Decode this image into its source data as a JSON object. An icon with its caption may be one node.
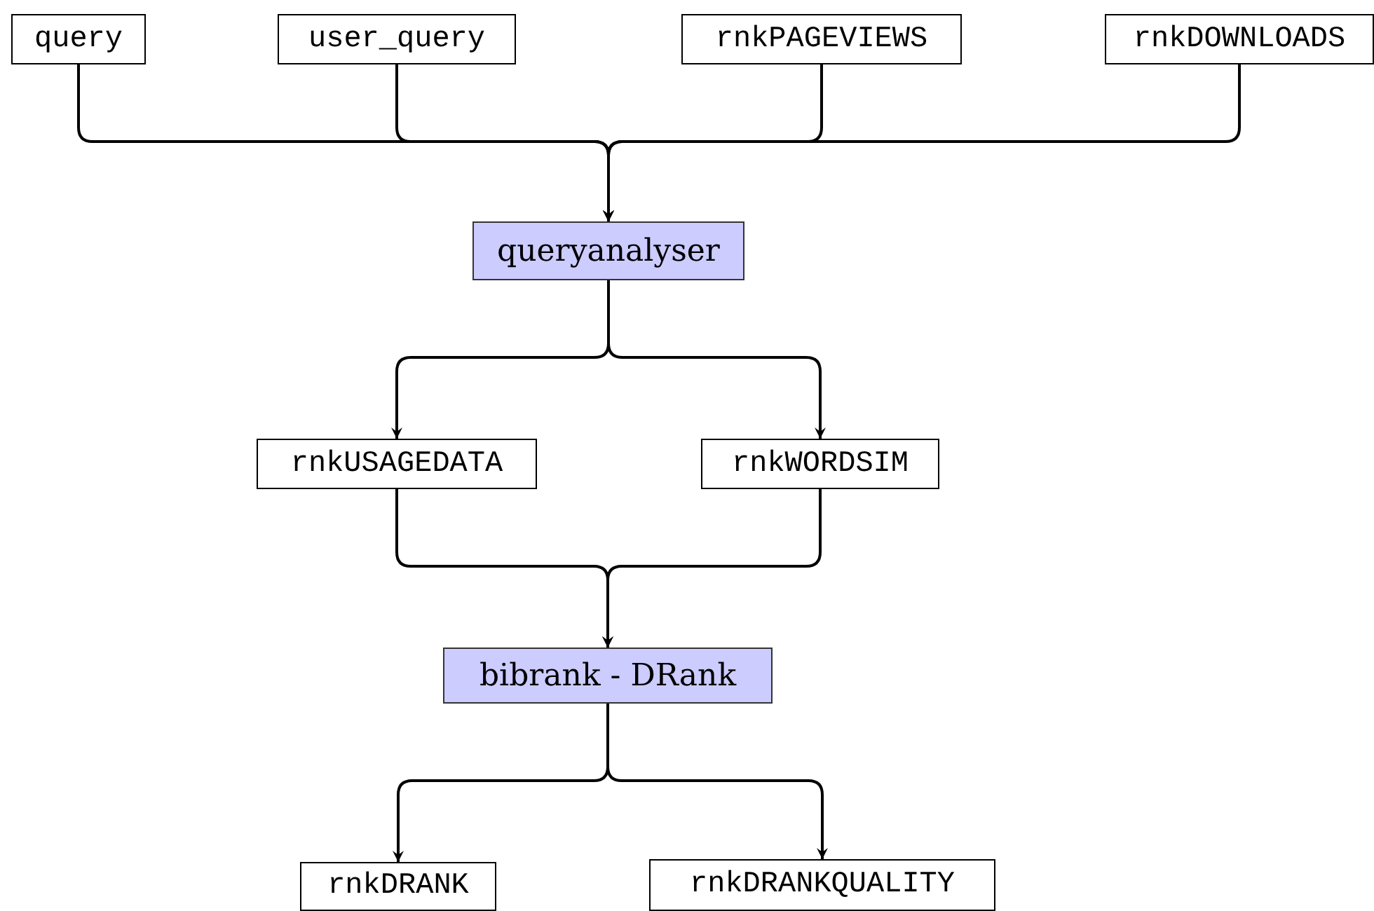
{
  "diagram": {
    "nodes": [
      {
        "text": [
          "query"
        ]
      },
      {
        "text": [
          "user_query"
        ]
      },
      {
        "text": [
          "rnkPAGEVIEWS"
        ]
      },
      {
        "text": [
          "rnkDOWNLOADS"
        ]
      },
      {
        "text": [
          "queryanalyser"
        ]
      },
      {
        "text": [
          "rnkUSAGEDATA"
        ]
      },
      {
        "text": [
          "rnkWORDSIM"
        ]
      },
      {
        "text": [
          "bibrank - DRank"
        ]
      },
      {
        "text": [
          "rnkDRANK"
        ]
      },
      {
        "text": [
          "rnkDRANKQUALITY"
        ]
      }
    ],
    "edges": [
      {
        "from": 0,
        "to": 4,
        "arrow": "to"
      },
      {
        "from": 1,
        "to": 4,
        "arrow": "to"
      },
      {
        "from": 2,
        "to": 4,
        "arrow": "to"
      },
      {
        "from": 3,
        "to": 4,
        "arrow": "to"
      },
      {
        "from": 4,
        "to": 5,
        "arrow": "to"
      },
      {
        "from": 4,
        "to": 6,
        "arrow": "to"
      },
      {
        "from": 5,
        "to": 7,
        "arrow": "to"
      },
      {
        "from": 6,
        "to": 7,
        "arrow": "to"
      },
      {
        "from": 7,
        "to": 8,
        "arrow": "to"
      },
      {
        "from": 7,
        "to": 9,
        "arrow": "to"
      }
    ]
  }
}
